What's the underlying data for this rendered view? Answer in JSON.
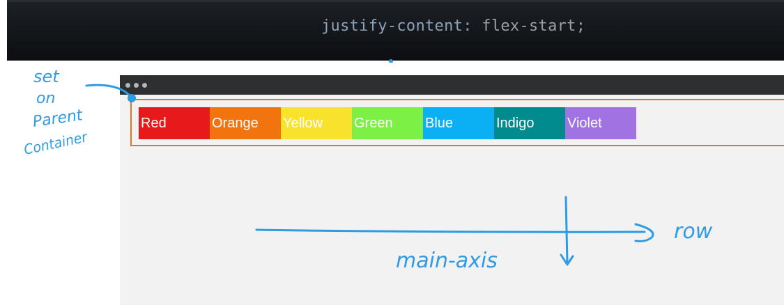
{
  "code_banner": {
    "property": "justify-content",
    "colon": ":",
    "value": "flex-start;"
  },
  "browser": {
    "window_dots": [
      "dot",
      "dot",
      "dot"
    ]
  },
  "flex_items": [
    {
      "label": "Red",
      "color": "#e8191b"
    },
    {
      "label": "Orange",
      "color": "#f1740f"
    },
    {
      "label": "Yellow",
      "color": "#f8e22c"
    },
    {
      "label": "Green",
      "color": "#7df046"
    },
    {
      "label": "Blue",
      "color": "#0bb0f4"
    },
    {
      "label": "Indigo",
      "color": "#018b8e"
    },
    {
      "label": "Violet",
      "color": "#a072e2"
    }
  ],
  "annotations": {
    "parent_note": [
      "set",
      "on",
      "Parent",
      "Container"
    ],
    "axis_label": "main-axis",
    "direction_label": "row"
  },
  "colors": {
    "annotation_ink": "#2f9be3",
    "container_border": "#e8731f",
    "banner_bg": "#0c0e11"
  }
}
